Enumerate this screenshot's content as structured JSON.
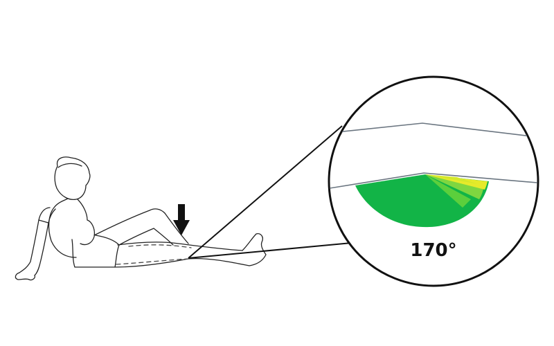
{
  "figure": {
    "angle_label": "170°",
    "arrow_direction": "down",
    "colors": {
      "outline": "#222222",
      "board_line": "#6a7580",
      "sector_main": "#12b447",
      "sector_light": "#7fd640",
      "sector_yellow": "#e6ea2a",
      "arrow": "#111111",
      "magnifier": "#111111"
    },
    "icons": {
      "arrow": "down-arrow-icon",
      "person": "seated-person-illustration",
      "magnifier": "magnifier-circle"
    }
  }
}
